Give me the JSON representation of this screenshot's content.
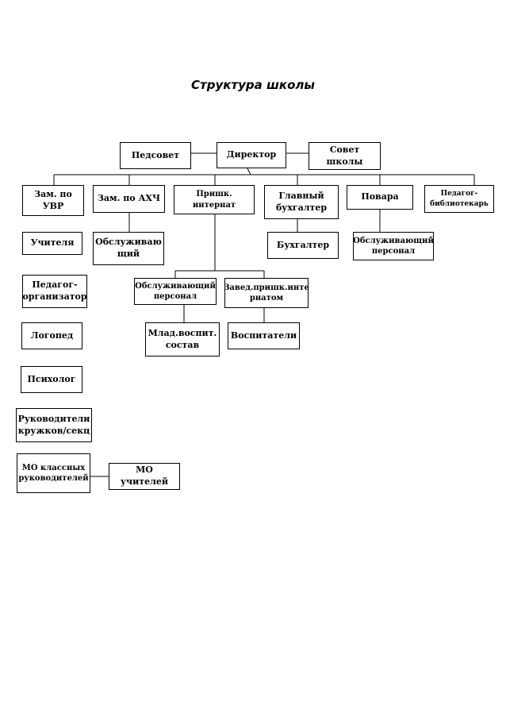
{
  "title": "Структура школы",
  "nodes": {
    "pedsovet": "Педсовет",
    "director": "Директор",
    "sovet": "Совет школы",
    "zam_uvr": "Зам. по\nУВР",
    "zam_ahch": "Зам. по АХЧ",
    "pirshk_internat": "Пришк.\nинтернат",
    "glavbuh": "Главный\nбухгалтер",
    "povara": "Повара",
    "ped_bibl": "Педагог-\nбиблиотекарь",
    "uchitelya": "Учителя",
    "obsl_ahch": "Обслуживаю\nщий",
    "buhgalter": "Бухгалтер",
    "obsl_povara": "Обслуживающий\nперсонал",
    "ped_org": "Педагог-\nорганизатор",
    "obsl_internat": "Обслуживающий\nперсонал",
    "zaved_internat": "Завед.пришк.инте\nрнатом",
    "logoped": "Логопед",
    "mlad_vospit": "Млад.воспит.\nсостав",
    "vospitateli": "Воспитатели",
    "psiholog": "Психолог",
    "ruk_kruzhkov": "Руководители\nкружков/секц",
    "mo_klassnyh": "МО классных\nруководителей",
    "mo_uchiteley": "МО учителей"
  }
}
